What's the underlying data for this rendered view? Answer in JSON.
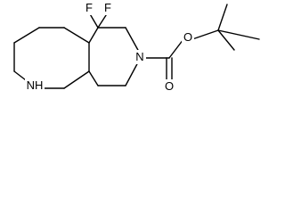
{
  "molecule": {
    "atom_labels": {
      "fluorine_1": "F",
      "fluorine_2": "F",
      "ring_nitrogen": "N",
      "amine": "NH",
      "ester_oxygen": "O",
      "carbonyl_oxygen": "O"
    },
    "colors": {
      "bond": "#000000",
      "label": "#000000",
      "background": "#ffffff"
    }
  }
}
